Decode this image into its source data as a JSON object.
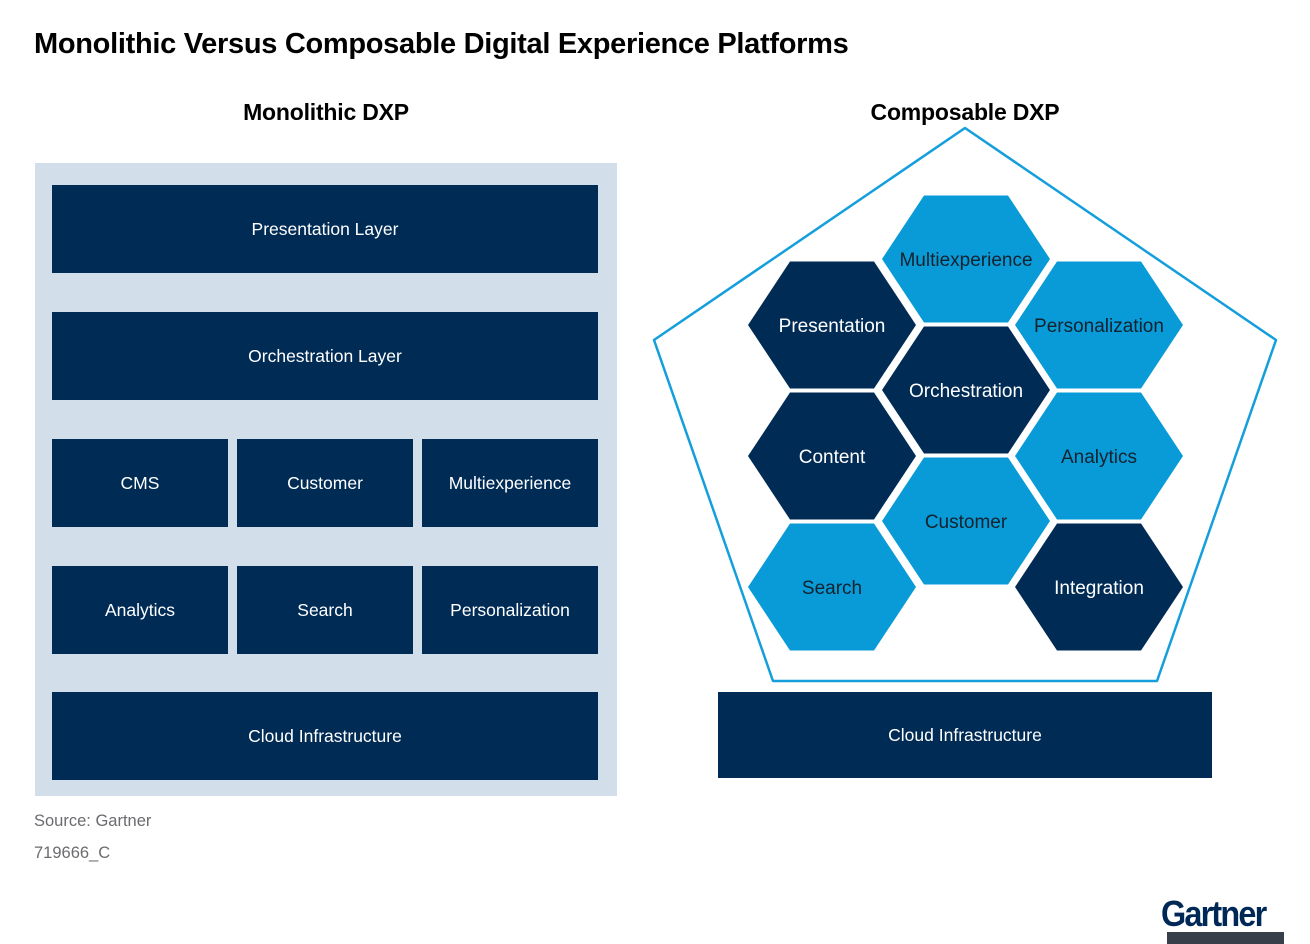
{
  "title": "Monolithic Versus Composable Digital Experience Platforms",
  "monolithic": {
    "heading": "Monolithic DXP",
    "layers": {
      "presentation": "Presentation Layer",
      "orchestration": "Orchestration Layer",
      "row3": [
        "CMS",
        "Customer",
        "Multiexperience"
      ],
      "row4": [
        "Analytics",
        "Search",
        "Personalization"
      ],
      "cloud": "Cloud Infrastructure"
    }
  },
  "composable": {
    "heading": "Composable DXP",
    "hexagons": [
      {
        "label": "Multiexperience",
        "tone": "light"
      },
      {
        "label": "Presentation",
        "tone": "dark"
      },
      {
        "label": "Personalization",
        "tone": "light"
      },
      {
        "label": "Orchestration",
        "tone": "dark"
      },
      {
        "label": "Content",
        "tone": "dark"
      },
      {
        "label": "Analytics",
        "tone": "light"
      },
      {
        "label": "Customer",
        "tone": "light"
      },
      {
        "label": "Search",
        "tone": "light"
      },
      {
        "label": "Integration",
        "tone": "dark"
      }
    ],
    "cloud": "Cloud Infrastructure"
  },
  "footer": {
    "source": "Source: Gartner",
    "figure_id": "719666_C"
  },
  "brand": {
    "logo_text": "Gartner"
  },
  "colors": {
    "navy": "#002b55",
    "bright_blue": "#089bd8",
    "panel_background": "#d2dfea",
    "pentagon_stroke": "#149fdc",
    "hex_dark_text": "#ffffff",
    "hex_light_text": "#14222e",
    "muted_text": "#6b6b70",
    "logo_navy": "#002856"
  }
}
